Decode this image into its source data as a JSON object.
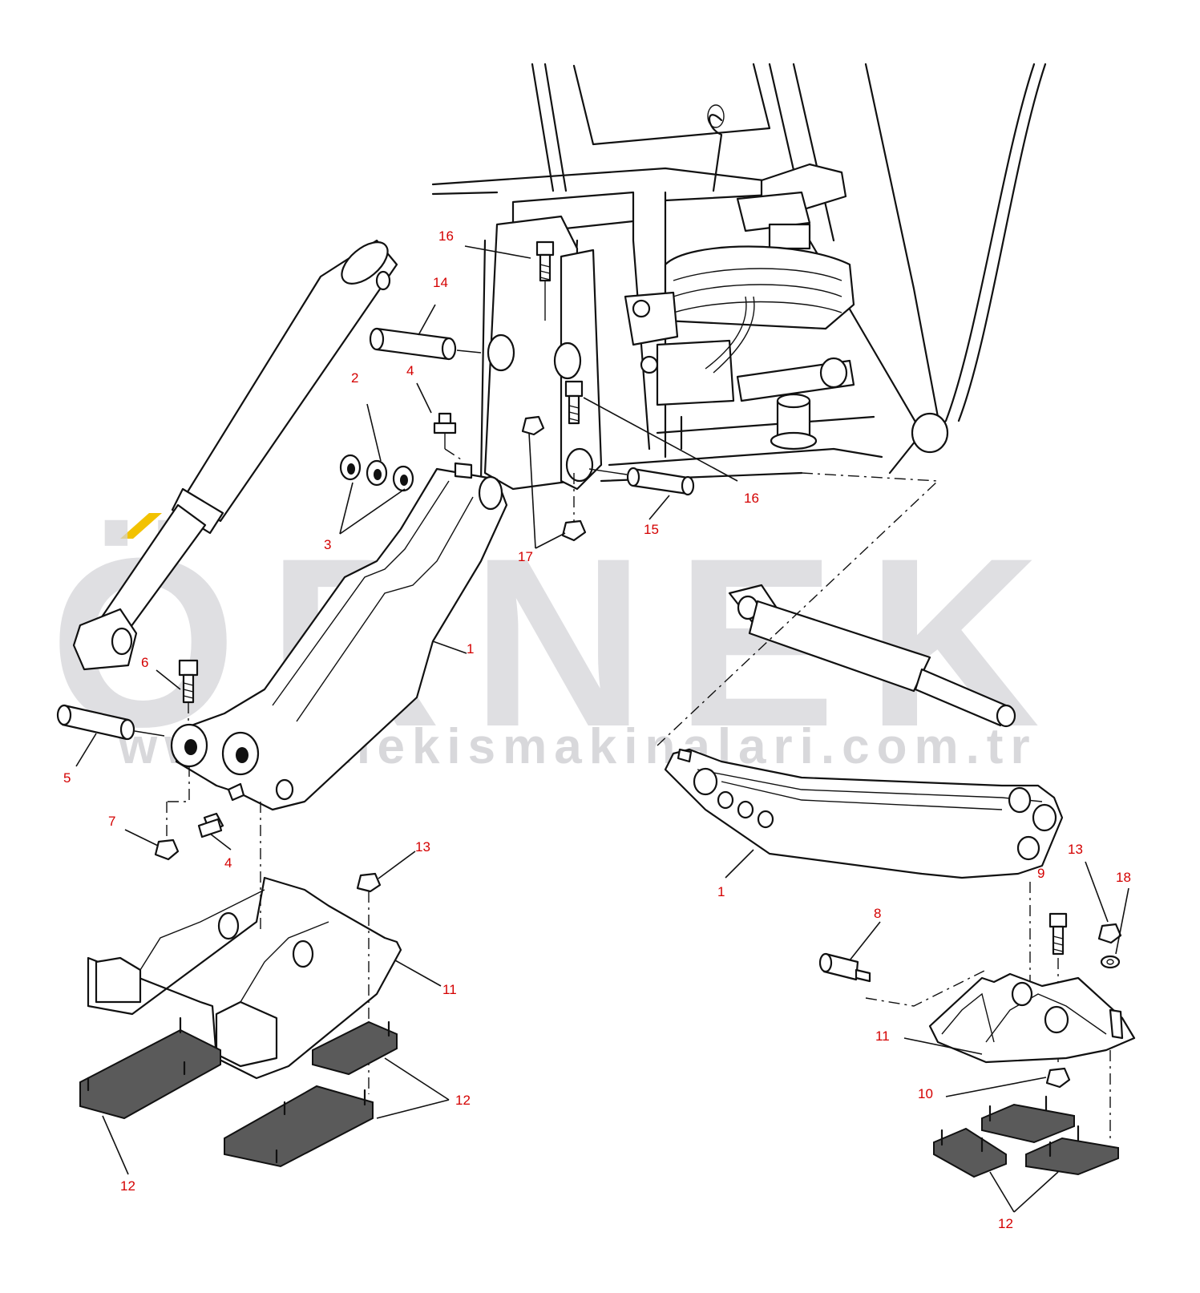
{
  "watermark": {
    "brand": "ÖRNEK",
    "url": "www.ornekismakinalari.com.tr",
    "accent_color": "#f2c200",
    "text_color": "#d4d4d8"
  },
  "callout_color": "#d40000",
  "callouts": {
    "c16a": "16",
    "c14": "14",
    "c2": "2",
    "c4a": "4",
    "c3": "3",
    "c17": "17",
    "c16b": "16",
    "c15": "15",
    "c1a": "1",
    "c6": "6",
    "c5": "5",
    "c7": "7",
    "c4b": "4",
    "c13a": "13",
    "c11a": "11",
    "c12a": "12",
    "c12b": "12",
    "c1b": "1",
    "c13b": "13",
    "c9": "9",
    "c18": "18",
    "c8": "8",
    "c11b": "11",
    "c10": "10",
    "c12c": "12"
  }
}
